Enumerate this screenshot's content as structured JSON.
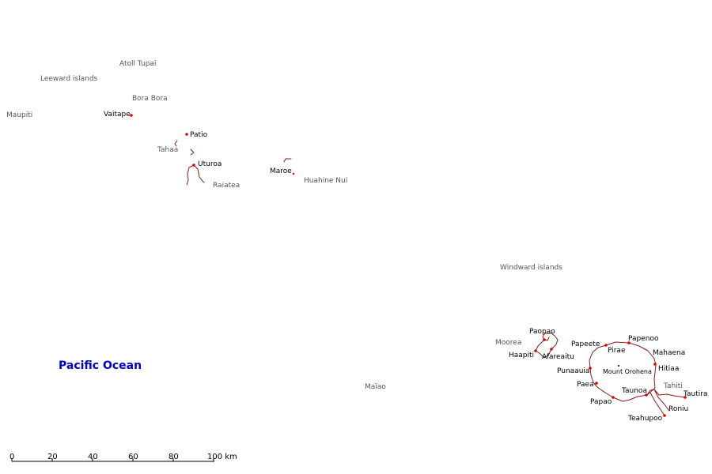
{
  "colors": {
    "road": "#8b1a1a",
    "town_dot": "#e00000",
    "ocean_label": "#0000cc",
    "region_label": "#555555"
  },
  "ocean": {
    "label": "Pacific Ocean"
  },
  "regions": {
    "atoll_tupai": "Atoll Tupai",
    "leeward_islands": "Leeward islands",
    "bora_bora": "Bora Bora",
    "maupiti": "Maupiti",
    "tahaa": "Tahaa",
    "raiatea": "Raiatea",
    "huahine_nui": "Huahine Nui",
    "windward_islands": "Windward islands",
    "moorea": "Moorea",
    "maiao": "Maïao",
    "tahiti": "Tahiti"
  },
  "towns": {
    "vaitape": "Vaitape",
    "patio": "Patio",
    "uturoa": "Uturoa",
    "maroe": "Maroe",
    "paopao": "Paopao",
    "haapiti": "Haapiti",
    "afareaitu": "Afareaitu",
    "papeete": "Papeete",
    "pirae": "Pirae",
    "papenoo": "Papenoo",
    "mahaena": "Mahaena",
    "hitiaa": "Hitiaa",
    "punaauia": "Punaauia",
    "mount_orohena": "Mount Orohena",
    "paea": "Paea",
    "taunoa": "Taunoa",
    "papao": "Papao",
    "tautira": "Tautira",
    "roniu": "Roniu",
    "teahupoo": "Teahupoo"
  },
  "scale": {
    "ticks": [
      "0",
      "20",
      "40",
      "60",
      "80",
      "100 km"
    ]
  }
}
